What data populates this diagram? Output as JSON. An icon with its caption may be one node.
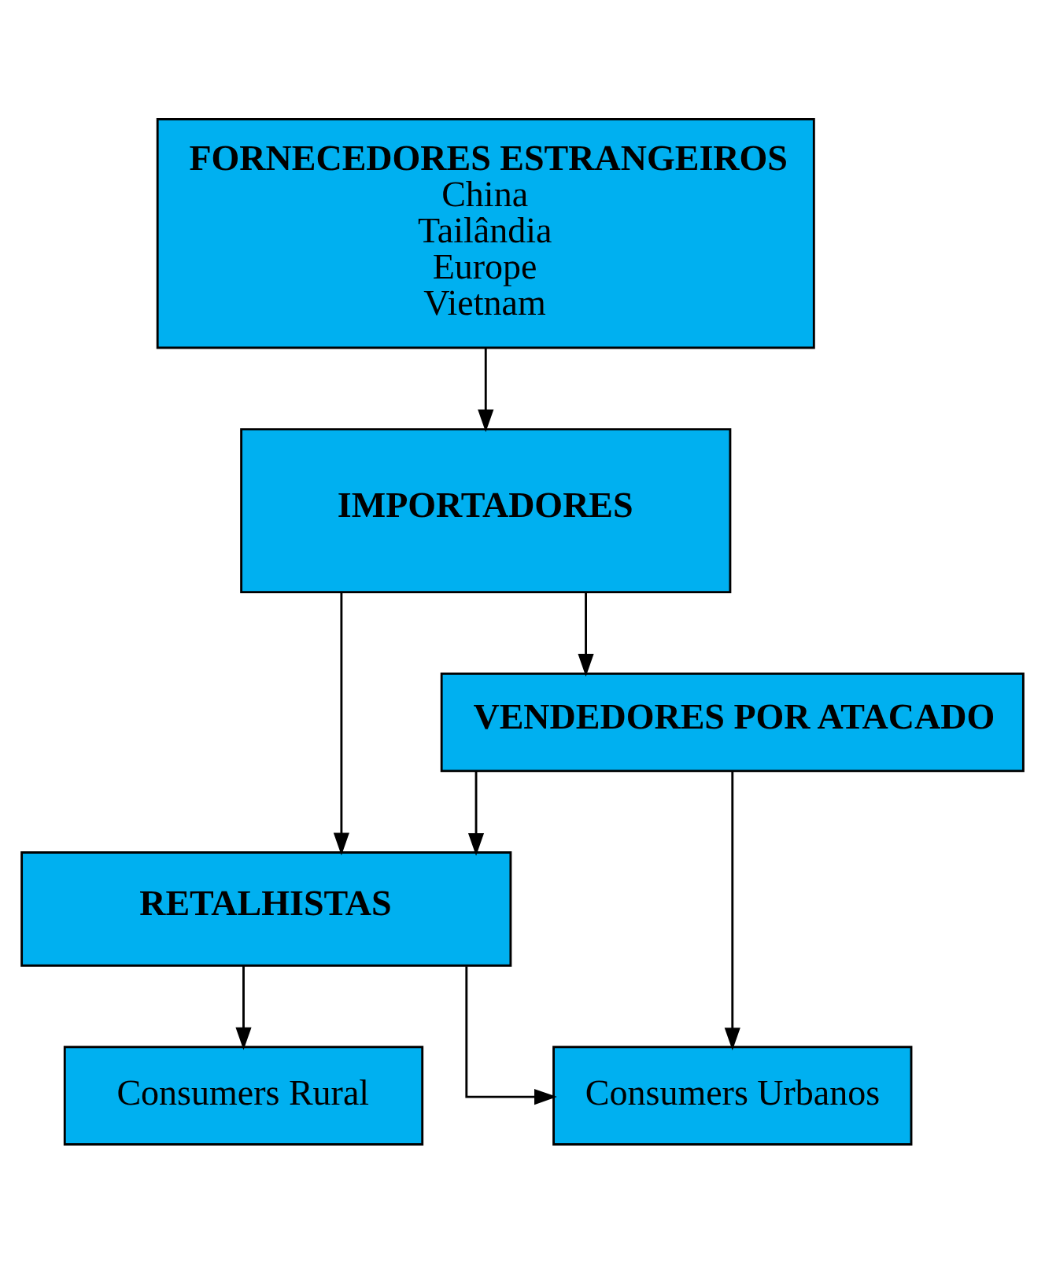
{
  "diagram": {
    "nodes": [
      {
        "text": [
          "FORNECEDORES ESTRANGEIROS",
          "China",
          "Tailândia",
          "Europe",
          "Vietnam"
        ]
      },
      {
        "text": [
          "IMPORTADORES"
        ]
      },
      {
        "text": [
          "VENDEDORES POR ATACADO"
        ]
      },
      {
        "text": [
          "RETALHISTAS"
        ]
      },
      {
        "text": [
          "Consumers Urbanos"
        ]
      },
      {
        "text": [
          "Consumers Rural"
        ]
      }
    ],
    "edges": [
      {
        "from": 0,
        "to": 1,
        "arrow": "to"
      },
      {
        "from": 1,
        "to": 2,
        "arrow": "to"
      },
      {
        "from": 1,
        "to": 3,
        "arrow": "to"
      },
      {
        "from": 2,
        "to": 3,
        "arrow": "to"
      },
      {
        "from": 2,
        "to": 4,
        "arrow": "to"
      },
      {
        "from": 3,
        "to": 4,
        "arrow": "to"
      },
      {
        "from": 3,
        "to": 5,
        "arrow": "to"
      }
    ]
  }
}
